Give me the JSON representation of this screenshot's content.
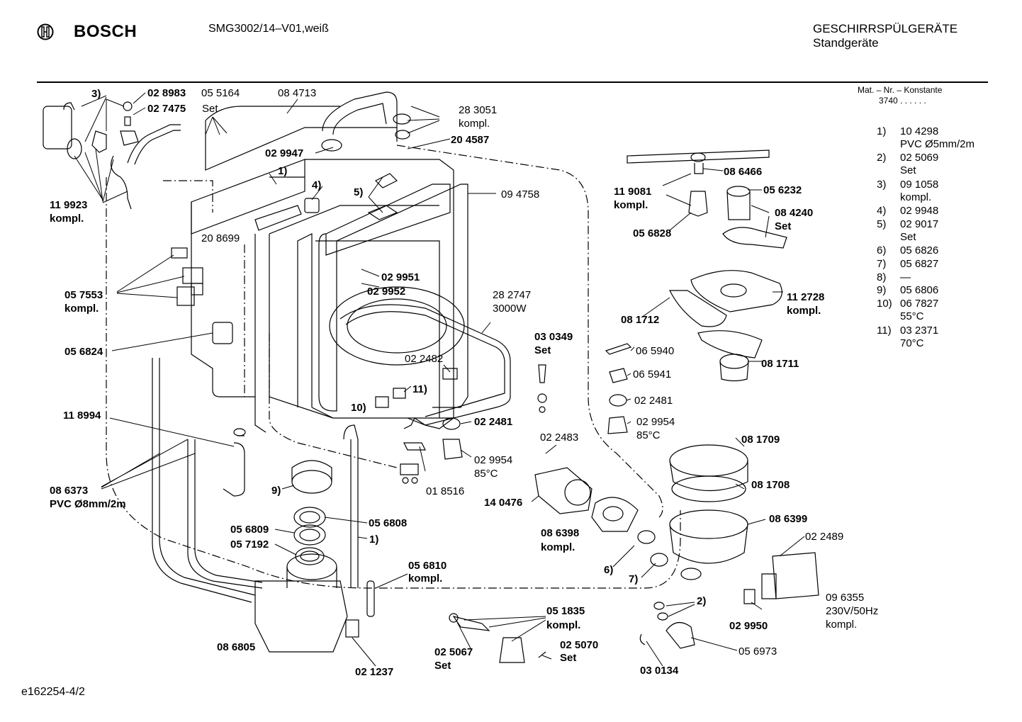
{
  "header": {
    "brand": "BOSCH",
    "model": "SMG3002/14–V01,weiß",
    "category_line1": "GESCHIRRSPÜLGERÄTE",
    "category_line2": "Standgeräte"
  },
  "constant_box": {
    "title": "Mat. – Nr. – Konstante",
    "value": "3740 . . . . . ."
  },
  "legend": [
    {
      "num": "1)",
      "lines": [
        "10 4298",
        "PVC Ø5mm/2m"
      ]
    },
    {
      "num": "2)",
      "lines": [
        "02 5069",
        "Set"
      ]
    },
    {
      "num": "3)",
      "lines": [
        "09 1058",
        "kompl."
      ]
    },
    {
      "num": "4)",
      "lines": [
        "02 9948"
      ]
    },
    {
      "num": "5)",
      "lines": [
        "02 9017",
        "Set"
      ]
    },
    {
      "num": "6)",
      "lines": [
        "05 6826"
      ]
    },
    {
      "num": "7)",
      "lines": [
        "05 6827"
      ]
    },
    {
      "num": "8)",
      "lines": [
        "—"
      ]
    },
    {
      "num": "9)",
      "lines": [
        "05 6806"
      ]
    },
    {
      "num": "10)",
      "lines": [
        "06 7827",
        "55°C"
      ]
    },
    {
      "num": "11)",
      "lines": [
        "03 2371",
        "70°C"
      ]
    }
  ],
  "labels": {
    "l3": "3)",
    "p028983": "02 8983",
    "p055164": "05 5164",
    "p084713": "08 4713",
    "p027475": "02 7475",
    "set1": "Set",
    "p283051": "28 3051",
    "kompl1": "kompl.",
    "p204587": "20 4587",
    "p029947": "02 9947",
    "l1a": "1)",
    "l4": "4)",
    "l5": "5)",
    "p094758": "09 4758",
    "p119923": "11 9923",
    "kompl2": "kompl.",
    "p208699": "20 8699",
    "p029951": "02 9951",
    "p029952": "02 9952",
    "p057553": "05 7553",
    "kompl3": "kompl.",
    "p282747": "28 2747",
    "w3000": "3000W",
    "p056824": "05 6824",
    "p022482": "02 2482",
    "p030349": "03 0349",
    "set2": "Set",
    "l11": "11)",
    "l10": "10)",
    "p118994": "11 8994",
    "p022481a": "02 2481",
    "p029954a": "02 9954",
    "t85a": "85°C",
    "p018516": "01 8516",
    "p022483": "02 2483",
    "p086373": "08 6373",
    "pvc8": "PVC Ø8mm/2m",
    "l9": "9)",
    "p140476": "14 0476",
    "p056808": "05 6808",
    "p056809": "05 6809",
    "p057192": "05 7192",
    "l1b": "1)",
    "p056810": "05 6810",
    "kompl4": "kompl.",
    "p086398": "08 6398",
    "kompl5": "kompl.",
    "l6": "6)",
    "l7": "7)",
    "p051835": "05 1835",
    "kompl6": "kompl.",
    "p086805": "08 6805",
    "p025067": "02 5067",
    "set3": "Set",
    "p025070": "02 5070",
    "set4": "Set",
    "p021237": "02 1237",
    "p086466": "08 6466",
    "p119081": "11 9081",
    "kompl7": "kompl.",
    "p056232": "05 6232",
    "p084240": "08 4240",
    "set5": "Set",
    "p056828": "05 6828",
    "p112728": "11 2728",
    "kompl8": "kompl.",
    "p081712": "08 1712",
    "p065940": "06 5940",
    "p065941": "06 5941",
    "p081711": "08 1711",
    "p022481b": "02 2481",
    "p029954b": "02 9954",
    "t85b": "85°C",
    "p081709": "08 1709",
    "p081708": "08 1708",
    "p086399": "08 6399",
    "p022489": "02 2489",
    "l2": "2)",
    "p096355": "09 6355",
    "v230": "230V/50Hz",
    "kompl9": "kompl.",
    "p029950": "02 9950",
    "p056973": "05 6973",
    "p030134": "03 0134"
  },
  "footer": {
    "doc_id": "e162254-4/2"
  }
}
